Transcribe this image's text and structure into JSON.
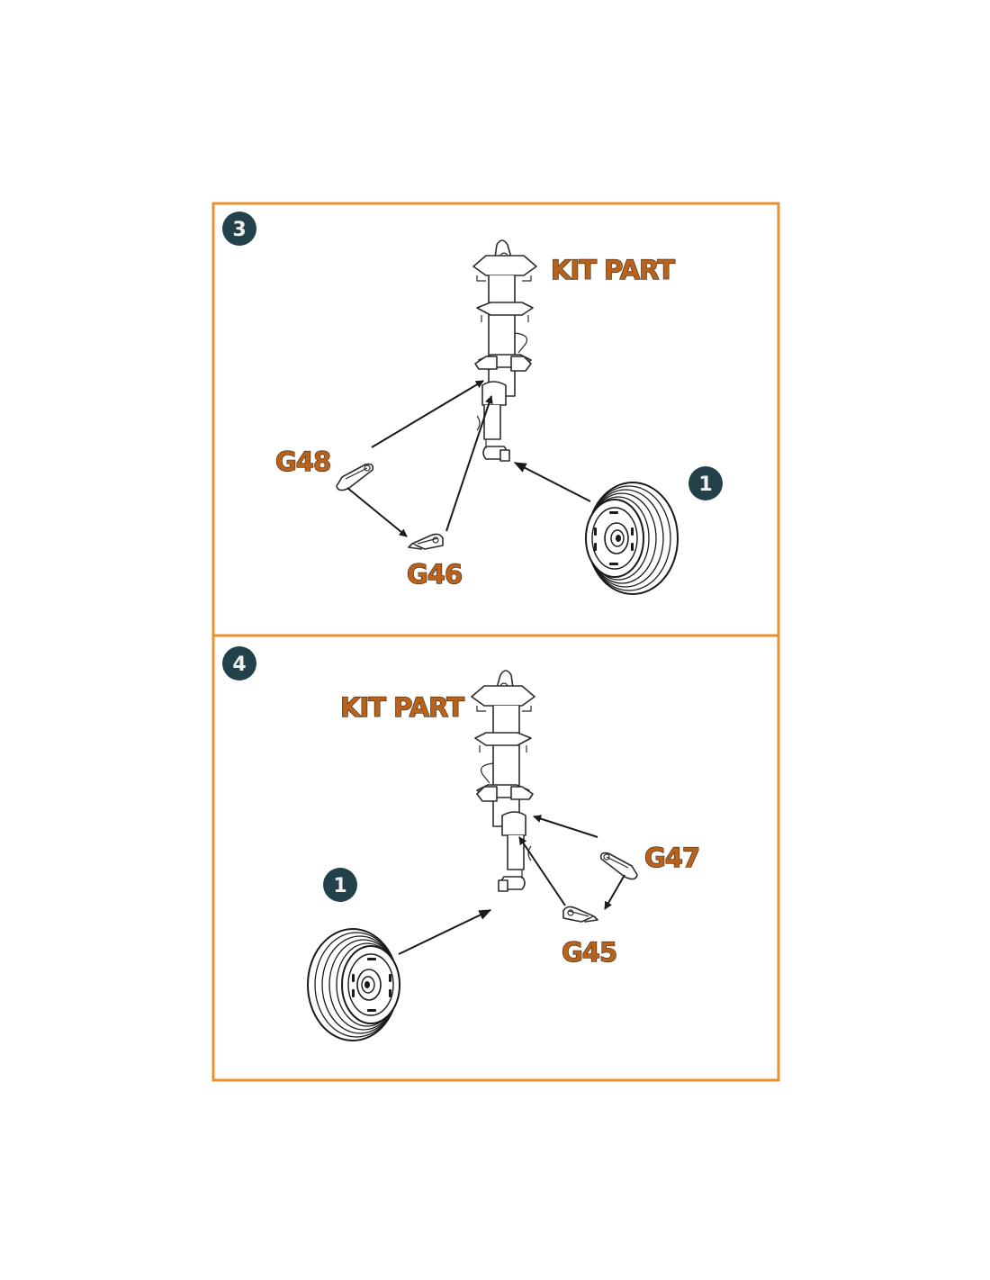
{
  "colors": {
    "frame": "#e8912f",
    "label": "#b8621b",
    "badge": "#23414a"
  },
  "steps": [
    {
      "number": "3",
      "labels": {
        "kit_part": "KIT PART",
        "upper_part": "G48",
        "lower_part": "G46",
        "wheel_ref": "1"
      }
    },
    {
      "number": "4",
      "labels": {
        "kit_part": "KIT PART",
        "upper_part": "G47",
        "lower_part": "G45",
        "wheel_ref": "1"
      }
    }
  ],
  "icons": [
    "step-badge",
    "landing-gear-strut",
    "torque-link-part",
    "wheel",
    "assembly-arrow"
  ]
}
